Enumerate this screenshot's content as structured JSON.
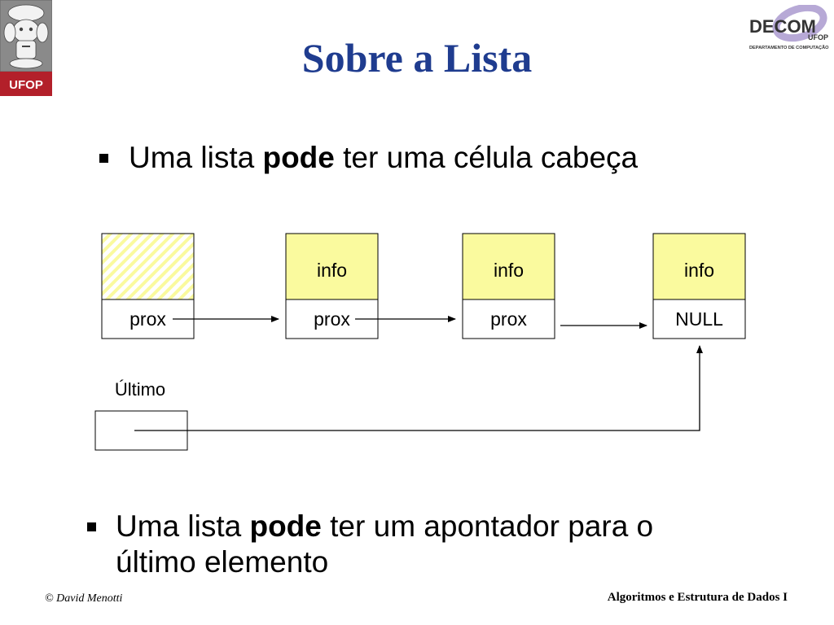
{
  "slide": {
    "title": "Sobre a Lista",
    "bullet1": {
      "prefix": "Uma lista ",
      "bold": "pode",
      "suffix": " ter uma célula cabeça"
    },
    "bullet2": {
      "prefix": "Uma lista ",
      "bold": "pode",
      "suffix": " ter um apontador para o",
      "line2": "último elemento"
    }
  },
  "diagram": {
    "head_cell": {
      "next_label": "prox"
    },
    "cells": [
      {
        "info": "info",
        "next": "prox"
      },
      {
        "info": "info",
        "next": "prox"
      },
      {
        "info": "info",
        "next": "NULL"
      }
    ],
    "last_pointer_label": "Último"
  },
  "logos": {
    "left_text": "UFOP",
    "right_text_main": "DECOM",
    "right_text_sub": "UFOP",
    "right_text_dept": "DEPARTAMENTO DE COMPUTAÇÃO"
  },
  "footer": {
    "left": "© David Menotti",
    "right": "Algoritmos e Estrutura de Dados I"
  },
  "colors": {
    "title": "#1f3c8f",
    "info_fill": "#fafa9e",
    "ufop_red": "#b3202a"
  }
}
